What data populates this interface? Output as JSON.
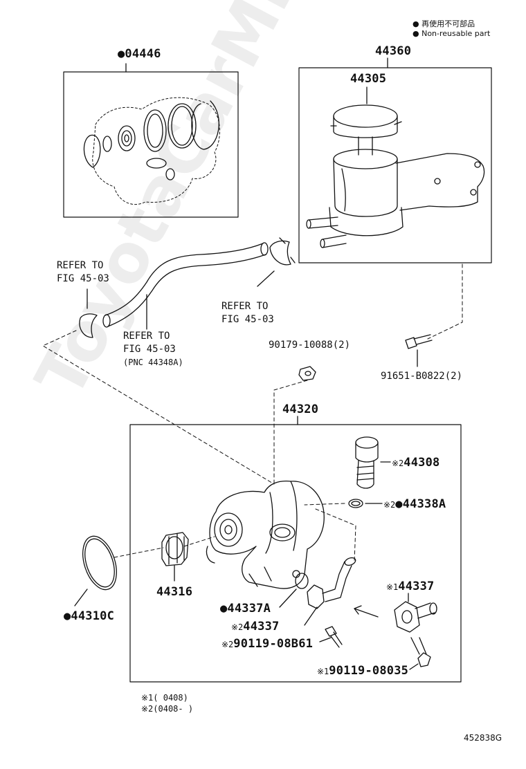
{
  "legend": {
    "line1": "● 再使用不可部品",
    "line2": "● Non-reusable part"
  },
  "parts": {
    "p04446": "●04446",
    "p44360": "44360",
    "p44305": "44305",
    "p44320": "44320",
    "p44308": "44308",
    "p44338A": "●44338A",
    "p44316": "44316",
    "p44310C": "●44310C",
    "p44337A": "●44337A",
    "p44337_2": "44337",
    "p44337_1": "44337",
    "p90119_08B61": "90119-08B61",
    "p90119_08035": "90119-08035",
    "p90179": "90179-10088(2)",
    "p91651": "91651-B0822(2)"
  },
  "marks": {
    "m2": "※2",
    "m1": "※1"
  },
  "refs": {
    "left_l1": "REFER TO",
    "left_l2": "FIG 45-03",
    "mid_l1": "REFER TO",
    "mid_l2": "FIG 45-03",
    "right_l1": "REFER TO",
    "right_l2": "FIG 45-03",
    "pnc": "(PNC 44348A)"
  },
  "footnotes": {
    "n1": "※1(      0408)",
    "n2": "※2(0408-      )"
  },
  "figure_id": "452838G",
  "watermark": "ToyotaCarMir.ru"
}
